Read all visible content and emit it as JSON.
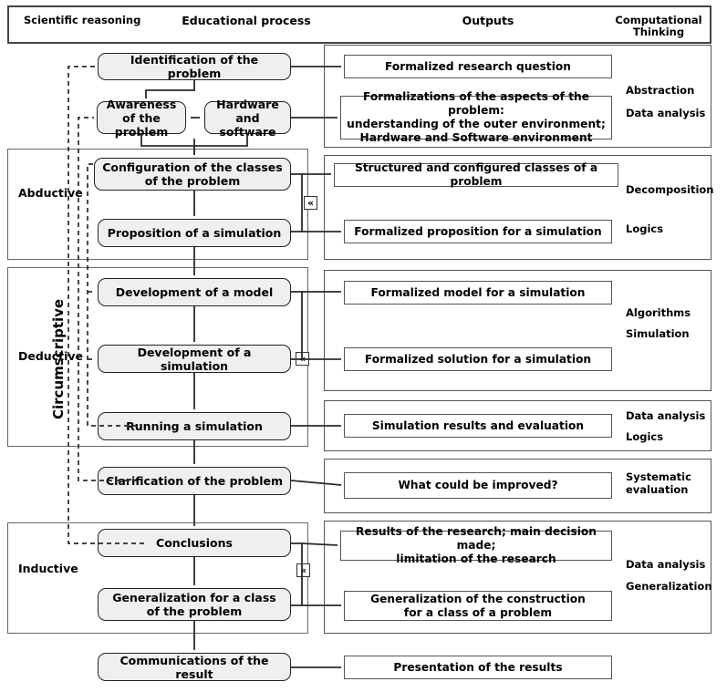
{
  "header": {
    "col_scientific_reasoning": "Scientific\nreasoning",
    "col_educational_process": "Educational process",
    "col_outputs": "Outputs",
    "col_computational_thinking": "Computational\nThinking"
  },
  "reasoning_bands": [
    {
      "id": "abductive",
      "label": "Abductive"
    },
    {
      "id": "deductive",
      "label": "Deductive"
    },
    {
      "id": "inductive",
      "label": "Inductive"
    },
    {
      "id": "circumscriptive",
      "label": "Circumscriptive"
    }
  ],
  "process_nodes": [
    {
      "id": "identification",
      "label": "Identification of the problem"
    },
    {
      "id": "awareness",
      "label": "Awareness\nof the problem"
    },
    {
      "id": "hardware",
      "label": "Hardware\nand software"
    },
    {
      "id": "configuration",
      "label": "Configuration of the classes of the problem"
    },
    {
      "id": "proposition",
      "label": "Proposition of a simulation"
    },
    {
      "id": "development-model",
      "label": "Development of a model"
    },
    {
      "id": "development-sim",
      "label": "Development of a simulation"
    },
    {
      "id": "running-sim",
      "label": "Running a simulation"
    },
    {
      "id": "clarification",
      "label": "Clarification of the problem"
    },
    {
      "id": "conclusions",
      "label": "Conclusions"
    },
    {
      "id": "generalization",
      "label": "Generalization for a class\nof the problem"
    },
    {
      "id": "communications",
      "label": "Communications of the result"
    }
  ],
  "output_nodes": [
    {
      "id": "formalized-research-question",
      "label": "Formalized research question"
    },
    {
      "id": "formalizations-aspects",
      "label": "Formalizations of the aspects of the problem:\nunderstanding of the outer environment;\nHardware and Software environment"
    },
    {
      "id": "structured-classes",
      "label": "Structured and configured classes of a problem"
    },
    {
      "id": "formalized-proposition",
      "label": "Formalized proposition for a simulation"
    },
    {
      "id": "formalized-model",
      "label": "Formalized model for a simulation"
    },
    {
      "id": "formalized-solution",
      "label": "Formalized solution for a simulation"
    },
    {
      "id": "simulation-results",
      "label": "Simulation results and evaluation"
    },
    {
      "id": "what-improved",
      "label": "What could be improved?"
    },
    {
      "id": "results-research",
      "label": "Results of the research; main decision made;\nlimitation of the research"
    },
    {
      "id": "generalization-construction",
      "label": "Generalization of  the  construction\nfor a class of a problem"
    },
    {
      "id": "presentation-results",
      "label": "Presentation of the results"
    }
  ],
  "computational_thinking": [
    {
      "id": "ct-1",
      "label": "Abstraction"
    },
    {
      "id": "ct-2",
      "label": "Data analysis"
    },
    {
      "id": "ct-3",
      "label": "Decomposition"
    },
    {
      "id": "ct-4",
      "label": "Logics"
    },
    {
      "id": "ct-5",
      "label": "Algorithms"
    },
    {
      "id": "ct-6",
      "label": "Simulation"
    },
    {
      "id": "ct-7",
      "label": "Data analysis"
    },
    {
      "id": "ct-8",
      "label": "Logics"
    },
    {
      "id": "ct-9",
      "label": "Systematic\nevaluation"
    },
    {
      "id": "ct-10",
      "label": "Data analysis"
    },
    {
      "id": "ct-11",
      "label": "Generalization"
    }
  ],
  "markers": {
    "chevron": "«"
  },
  "colors": {
    "process_fill": "#efefef",
    "process_border": "#222222",
    "output_fill": "#ffffff",
    "output_border": "#555555",
    "band_border": "#666666",
    "connector": "#2b2b2b",
    "text": "#000000",
    "background": "#ffffff"
  }
}
